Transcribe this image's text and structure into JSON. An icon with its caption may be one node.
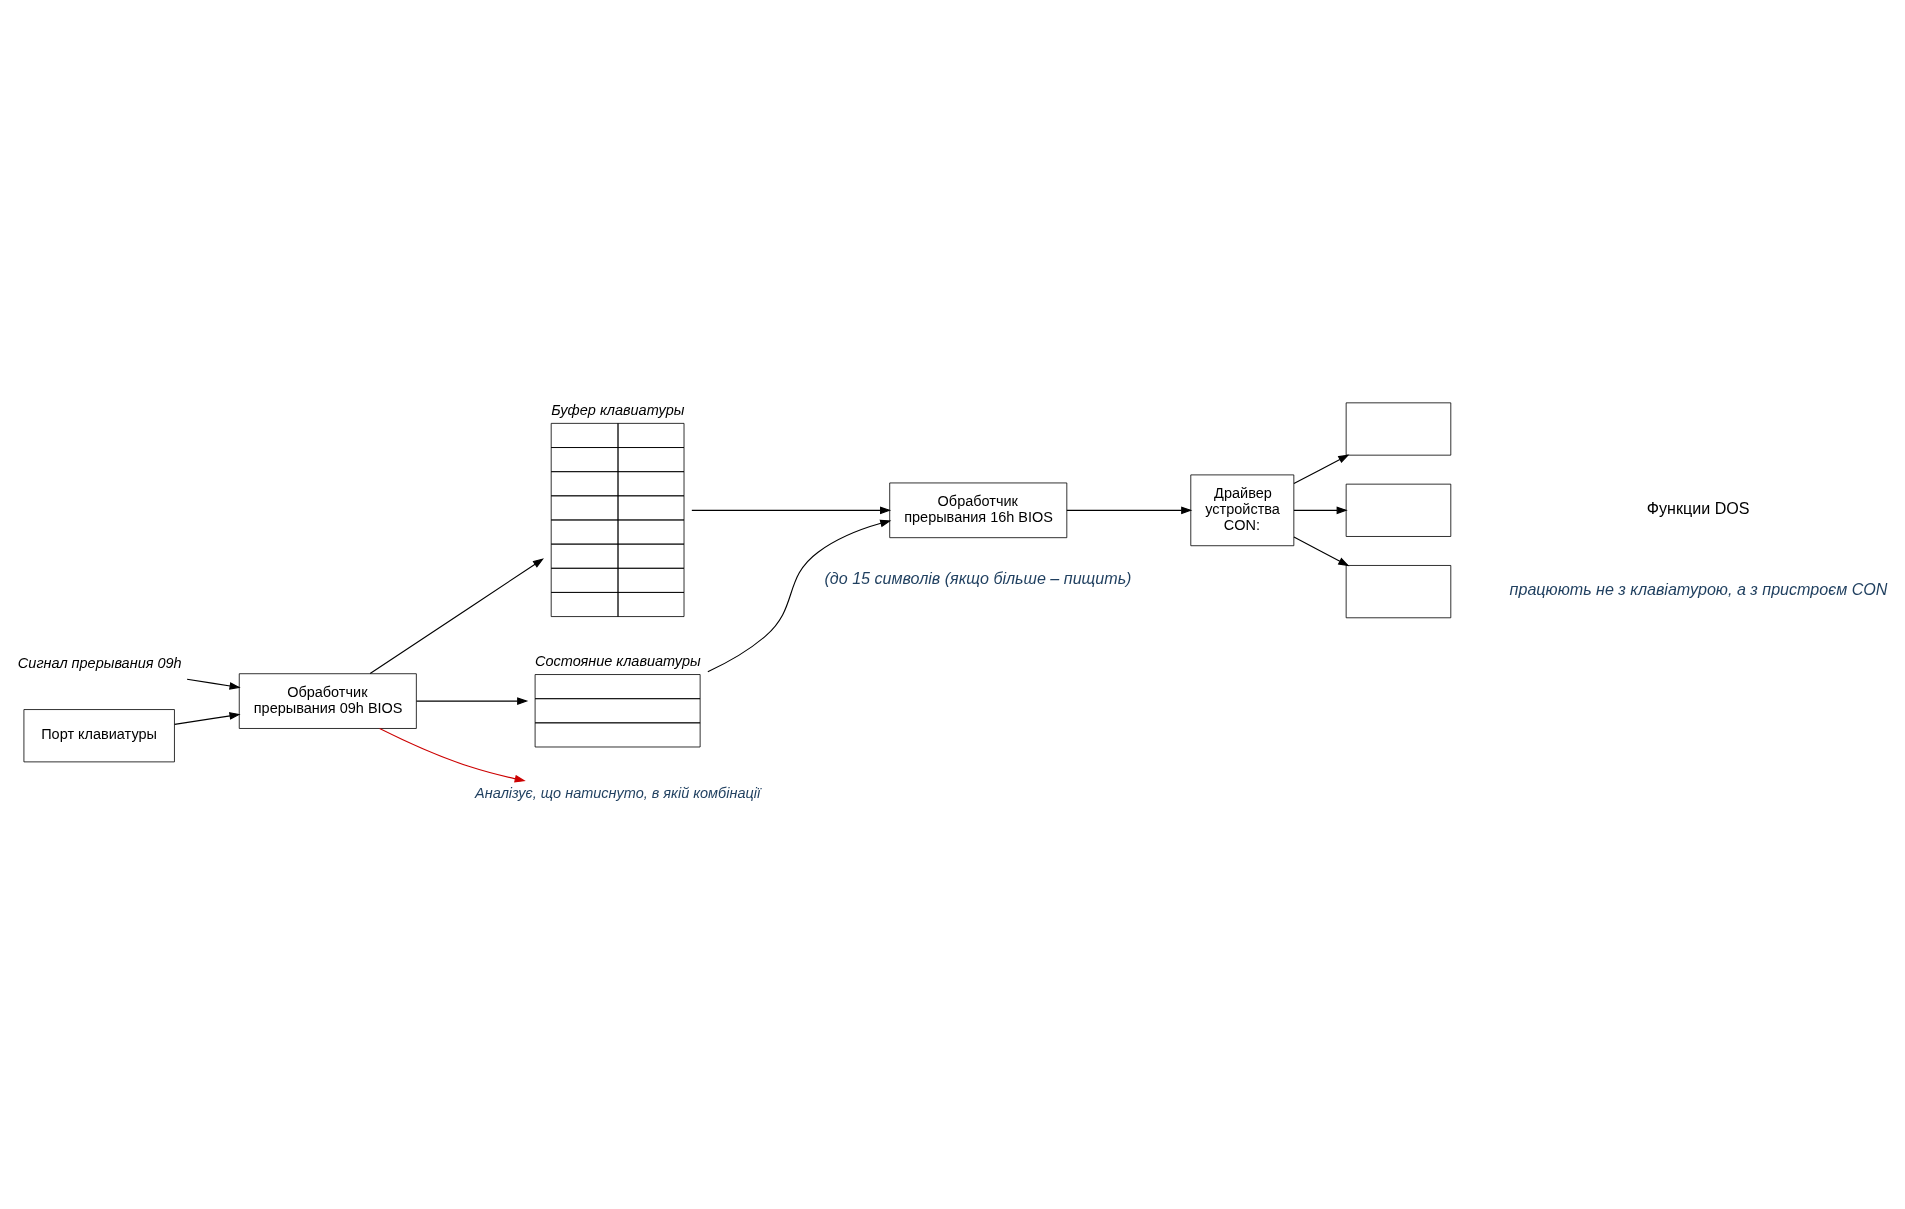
{
  "diagram": {
    "nodes": [
      {
        "text": [
          "Сигнал прерывания 09h"
        ]
      },
      {
        "text": [
          "Порт клавиатуры"
        ]
      },
      {
        "text": [
          "Обработчик прерывания 09h BIOS"
        ]
      },
      {
        "text": [
          "Буфер клавиатуры"
        ]
      },
      {
        "text": [
          "Состояние клавиатуры"
        ]
      },
      {
        "text": [
          "Обработчик прерывания 16h BIOS"
        ]
      },
      {
        "text": [
          "Драйвер устройства CON:"
        ]
      },
      {
        "text": [],
        "shape": "box"
      },
      {
        "text": [],
        "shape": "box"
      },
      {
        "text": [],
        "shape": "box"
      },
      {
        "text": [
          "Аналізує, що натиснуто, в якій комбінації"
        ]
      }
    ],
    "edges": [
      {
        "from": 0,
        "to": 2,
        "arrow": "to"
      },
      {
        "from": 1,
        "to": 2,
        "arrow": "to"
      },
      {
        "from": 2,
        "to": 3,
        "arrow": "to"
      },
      {
        "from": 2,
        "to": 4,
        "arrow": "to"
      },
      {
        "from": 3,
        "to": 5,
        "arrow": "to"
      },
      {
        "from": 4,
        "to": 5,
        "arrow": "to"
      },
      {
        "from": 5,
        "to": 6,
        "arrow": "to"
      },
      {
        "from": 6,
        "to": 7,
        "arrow": "to"
      },
      {
        "from": 6,
        "to": 8,
        "arrow": "to"
      },
      {
        "from": 6,
        "to": 9,
        "arrow": "to"
      },
      {
        "from": 2,
        "to": 10,
        "arrow": "to",
        "color": "#cc0000"
      }
    ],
    "labels": [
      "(до 15 символів (якщо більше – пищить)",
      "Функции DOS",
      "працюють не з клавіатурою, а з пристроєм CON"
    ]
  }
}
